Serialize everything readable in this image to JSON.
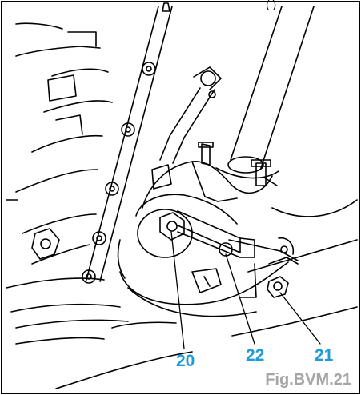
{
  "figure": {
    "caption": "Fig.BVM.21",
    "header_fragment": "(  )",
    "callouts": {
      "c20": "20",
      "c22": "22",
      "c21": "21"
    },
    "colors": {
      "callout": "#1f9bd7",
      "caption": "#a6a6a6",
      "line": "#000000",
      "paper": "#ffffff"
    }
  }
}
